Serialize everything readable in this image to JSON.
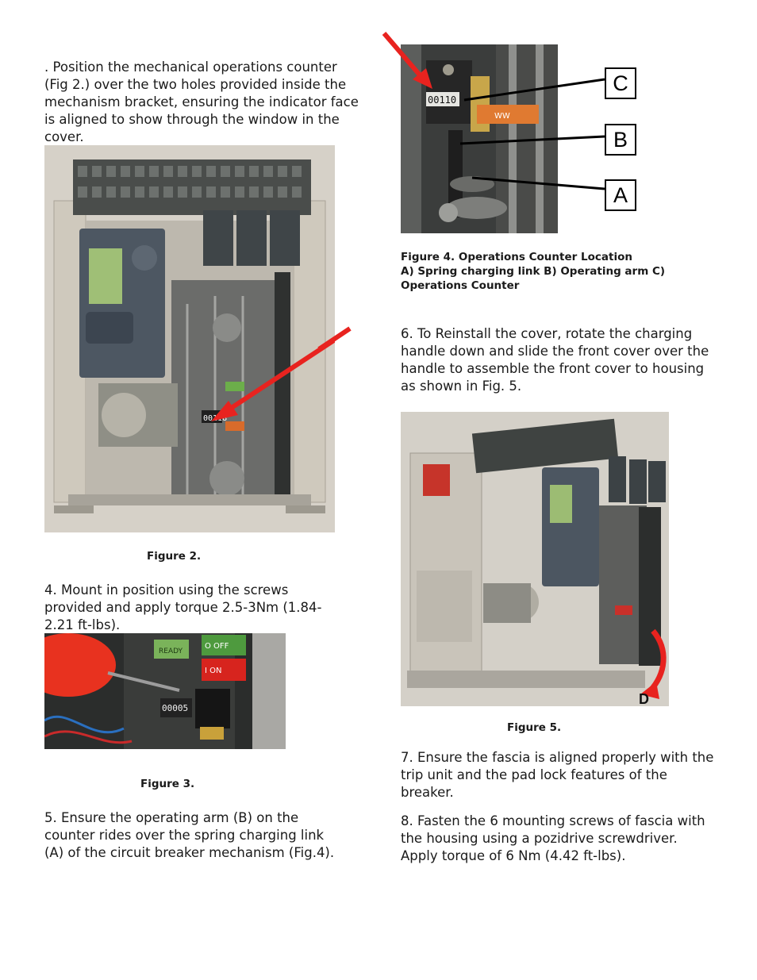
{
  "left_column": {
    "step3": ". Position the mechanical operations counter (Fig 2.) over the two holes provided inside the mechanism bracket, ensuring the indicator face is aligned to show through the window in the cover.",
    "figure2_caption": "Figure 2.",
    "step4": "4. Mount in position using the screws provided and apply torque 2.5-3Nm (1.84-2.21 ft-lbs).",
    "figure3_caption": "Figure 3.",
    "step5": "5.  Ensure the operating arm (B) on the counter rides over the spring charging link (A) of the circuit breaker mechanism (Fig.4)."
  },
  "right_column": {
    "figure4_caption_line1": "Figure 4.  Operations Counter Location",
    "figure4_caption_line2": "A) Spring charging link B) Operating arm C) Operations Counter",
    "figure4_labels": {
      "c": "C",
      "b": "B",
      "a": "A"
    },
    "step6": "6.  To Reinstall the cover, rotate the charging handle down and slide the front cover over the handle to assemble the front cover to housing as shown in Fig. 5.",
    "figure5_caption": "Figure 5.",
    "figure5_letter": "D",
    "step7": "7. Ensure the fascia is aligned properly with the trip unit and the pad lock features of the breaker.",
    "step8": "8. Fasten the 6 mounting screws of fascia with the housing using a pozidrive screwdriver.  Apply torque of 6 Nm (4.42 ft-lbs)."
  },
  "photo_text": {
    "fig2_counter": "00118",
    "fig3_ready": "READY",
    "fig3_off": "O  OFF",
    "fig3_on": "I  ON",
    "fig3_counter": "00005",
    "fig4_counter": "00110",
    "fig4_tag": "WW"
  },
  "colors": {
    "arrow": "#e8231f",
    "text": "#1a1a1a"
  }
}
